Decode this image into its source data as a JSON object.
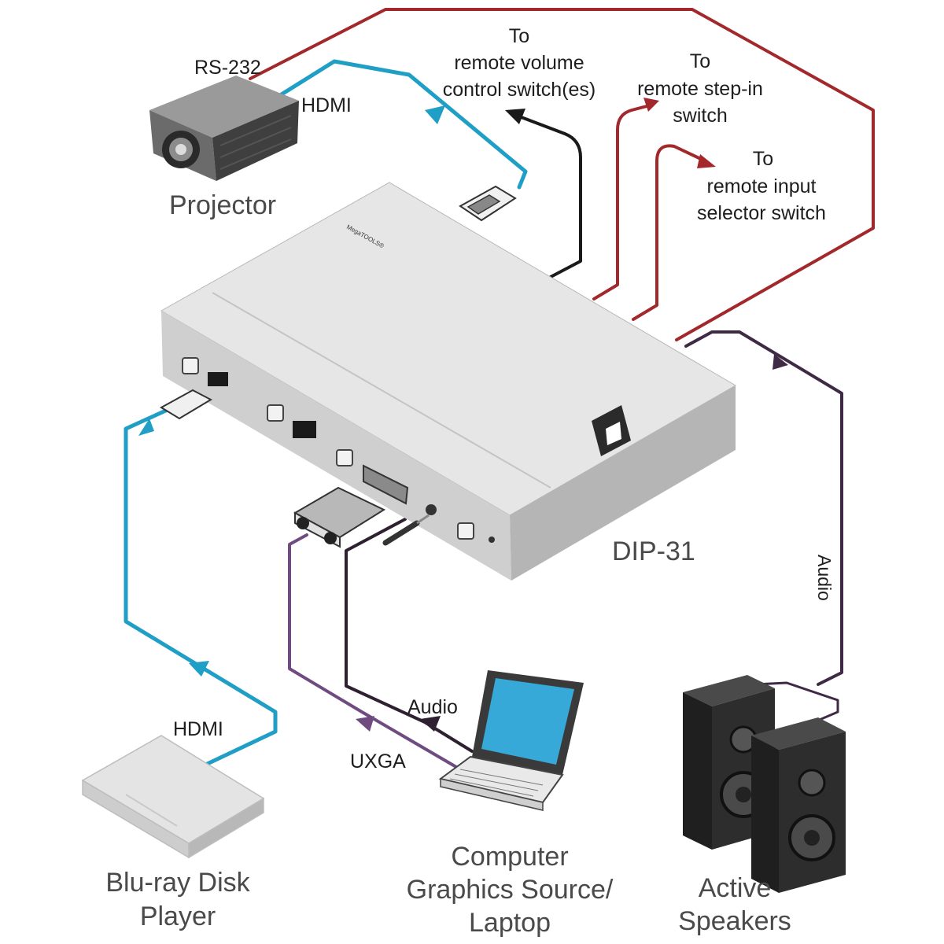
{
  "colors": {
    "hdmi_cable": "#1f9ec6",
    "remote_cable": "#a3282b",
    "audio_cable": "#3f2a45",
    "uxga_cable": "#6f4b80",
    "black_cable": "#1a1a1a",
    "device_top": "#e6e6e6",
    "device_front": "#d2d2d2",
    "brand_logo": "#2b2b2b"
  },
  "icons": {
    "projector": "projector-icon",
    "device": "scaler-device-icon",
    "bluray": "bluray-player-icon",
    "laptop": "laptop-icon",
    "speakers": "speakers-icon",
    "logo": "brand-logo-icon"
  },
  "labels": {
    "rs232": "RS-232",
    "hdmi_top": "HDMI",
    "projector": "Projector",
    "remote_volume": [
      "To",
      "remote volume",
      "control switch(es)"
    ],
    "remote_step": [
      "To",
      "remote step-in",
      "switch"
    ],
    "remote_input": [
      "To",
      "remote input",
      "selector switch"
    ],
    "device_model": "DIP-31",
    "audio_right": "Audio",
    "hdmi_bottom": "HDMI",
    "audio_laptop": "Audio",
    "uxga": "UXGA",
    "bluray": [
      "Blu-ray Disk",
      "Player"
    ],
    "computer": [
      "Computer",
      "Graphics Source/",
      "Laptop"
    ],
    "speakers": [
      "Active",
      "Speakers"
    ],
    "device_brand": "MegaTOOLS®"
  }
}
